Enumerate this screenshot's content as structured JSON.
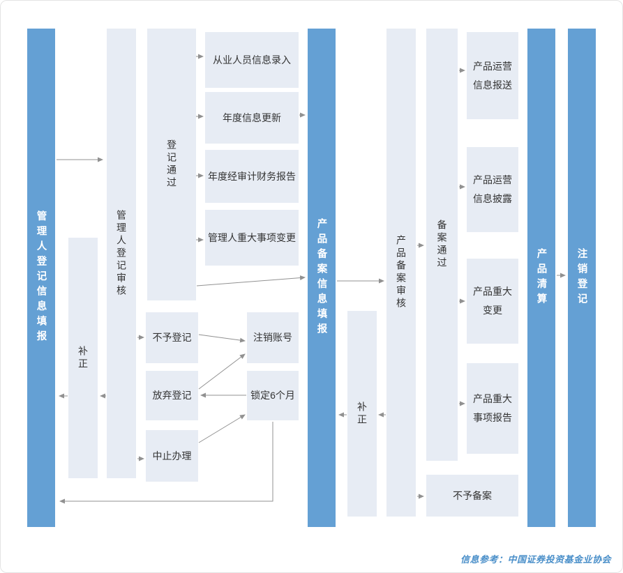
{
  "colors": {
    "bar_blue": "#64a0d4",
    "box_light": "#e7ecf4",
    "arrow_gray": "#919191",
    "footer_blue": "#4a8fc9",
    "background": "#ffffff"
  },
  "footer": {
    "text": "信息参考：中国证券投资基金业协会"
  },
  "nodes": {
    "manager_reg_fill": {
      "label": "管理人登记信息填报"
    },
    "correction_left": {
      "label": "补正"
    },
    "manager_reg_review": {
      "label": "管理人登记审核"
    },
    "reg_passed": {
      "label": "登记通过"
    },
    "staff_info_entry": {
      "label": "从业人员信息录入"
    },
    "annual_info_update": {
      "label": "年度信息更新"
    },
    "audited_financial_report": {
      "label": "年度经审计财务报告"
    },
    "manager_major_change": {
      "label": "管理人重大事项变更"
    },
    "no_registration": {
      "label": "不予登记"
    },
    "abandon_registration": {
      "label": "放弃登记"
    },
    "suspend_processing": {
      "label": "中止办理"
    },
    "cancel_account": {
      "label": "注销账号"
    },
    "lock_six_months": {
      "label": "锁定6个月"
    },
    "product_filing_fill": {
      "label": "产品备案信息填报"
    },
    "correction_right": {
      "label": "补正"
    },
    "product_filing_review": {
      "label": "产品备案审核"
    },
    "filing_passed": {
      "label": "备案通过"
    },
    "product_op_reporting": {
      "label": "产品运营\n信息报送"
    },
    "product_op_disclosure": {
      "label": "产品运营\n信息披露"
    },
    "product_major_change": {
      "label": "产品重大\n变更"
    },
    "product_major_event_report": {
      "label": "产品重大\n事项报告"
    },
    "no_filing": {
      "label": "不予备案"
    },
    "product_liquidation": {
      "label": "产品清算"
    },
    "deregistration": {
      "label": "注销登记"
    }
  },
  "edges": [
    {
      "from": "manager_reg_fill",
      "to": "manager_reg_review"
    },
    {
      "from": "manager_reg_review",
      "to": "correction_left"
    },
    {
      "from": "correction_left",
      "to": "manager_reg_fill"
    },
    {
      "from": "reg_passed",
      "to": "staff_info_entry"
    },
    {
      "from": "reg_passed",
      "to": "annual_info_update"
    },
    {
      "from": "reg_passed",
      "to": "audited_financial_report"
    },
    {
      "from": "reg_passed",
      "to": "manager_major_change"
    },
    {
      "from": "annual_info_update",
      "to": "product_filing_fill"
    },
    {
      "from": "reg_passed",
      "to": "product_filing_fill"
    },
    {
      "from": "manager_reg_review",
      "to": "no_registration"
    },
    {
      "from": "manager_reg_review",
      "to": "suspend_processing"
    },
    {
      "from": "no_registration",
      "to": "cancel_account"
    },
    {
      "from": "abandon_registration",
      "to": "cancel_account"
    },
    {
      "from": "lock_six_months",
      "to": "abandon_registration"
    },
    {
      "from": "suspend_processing",
      "to": "lock_six_months"
    },
    {
      "from": "lock_six_months",
      "to": "manager_reg_fill"
    },
    {
      "from": "product_filing_fill",
      "to": "product_filing_review"
    },
    {
      "from": "product_filing_review",
      "to": "correction_right"
    },
    {
      "from": "correction_right",
      "to": "product_filing_fill"
    },
    {
      "from": "product_filing_review",
      "to": "filing_passed"
    },
    {
      "from": "filing_passed",
      "to": "product_op_reporting"
    },
    {
      "from": "filing_passed",
      "to": "product_op_disclosure"
    },
    {
      "from": "filing_passed",
      "to": "product_major_change"
    },
    {
      "from": "filing_passed",
      "to": "product_major_event_report"
    },
    {
      "from": "product_filing_review",
      "to": "no_filing"
    },
    {
      "from": "product_liquidation",
      "to": "deregistration"
    }
  ]
}
